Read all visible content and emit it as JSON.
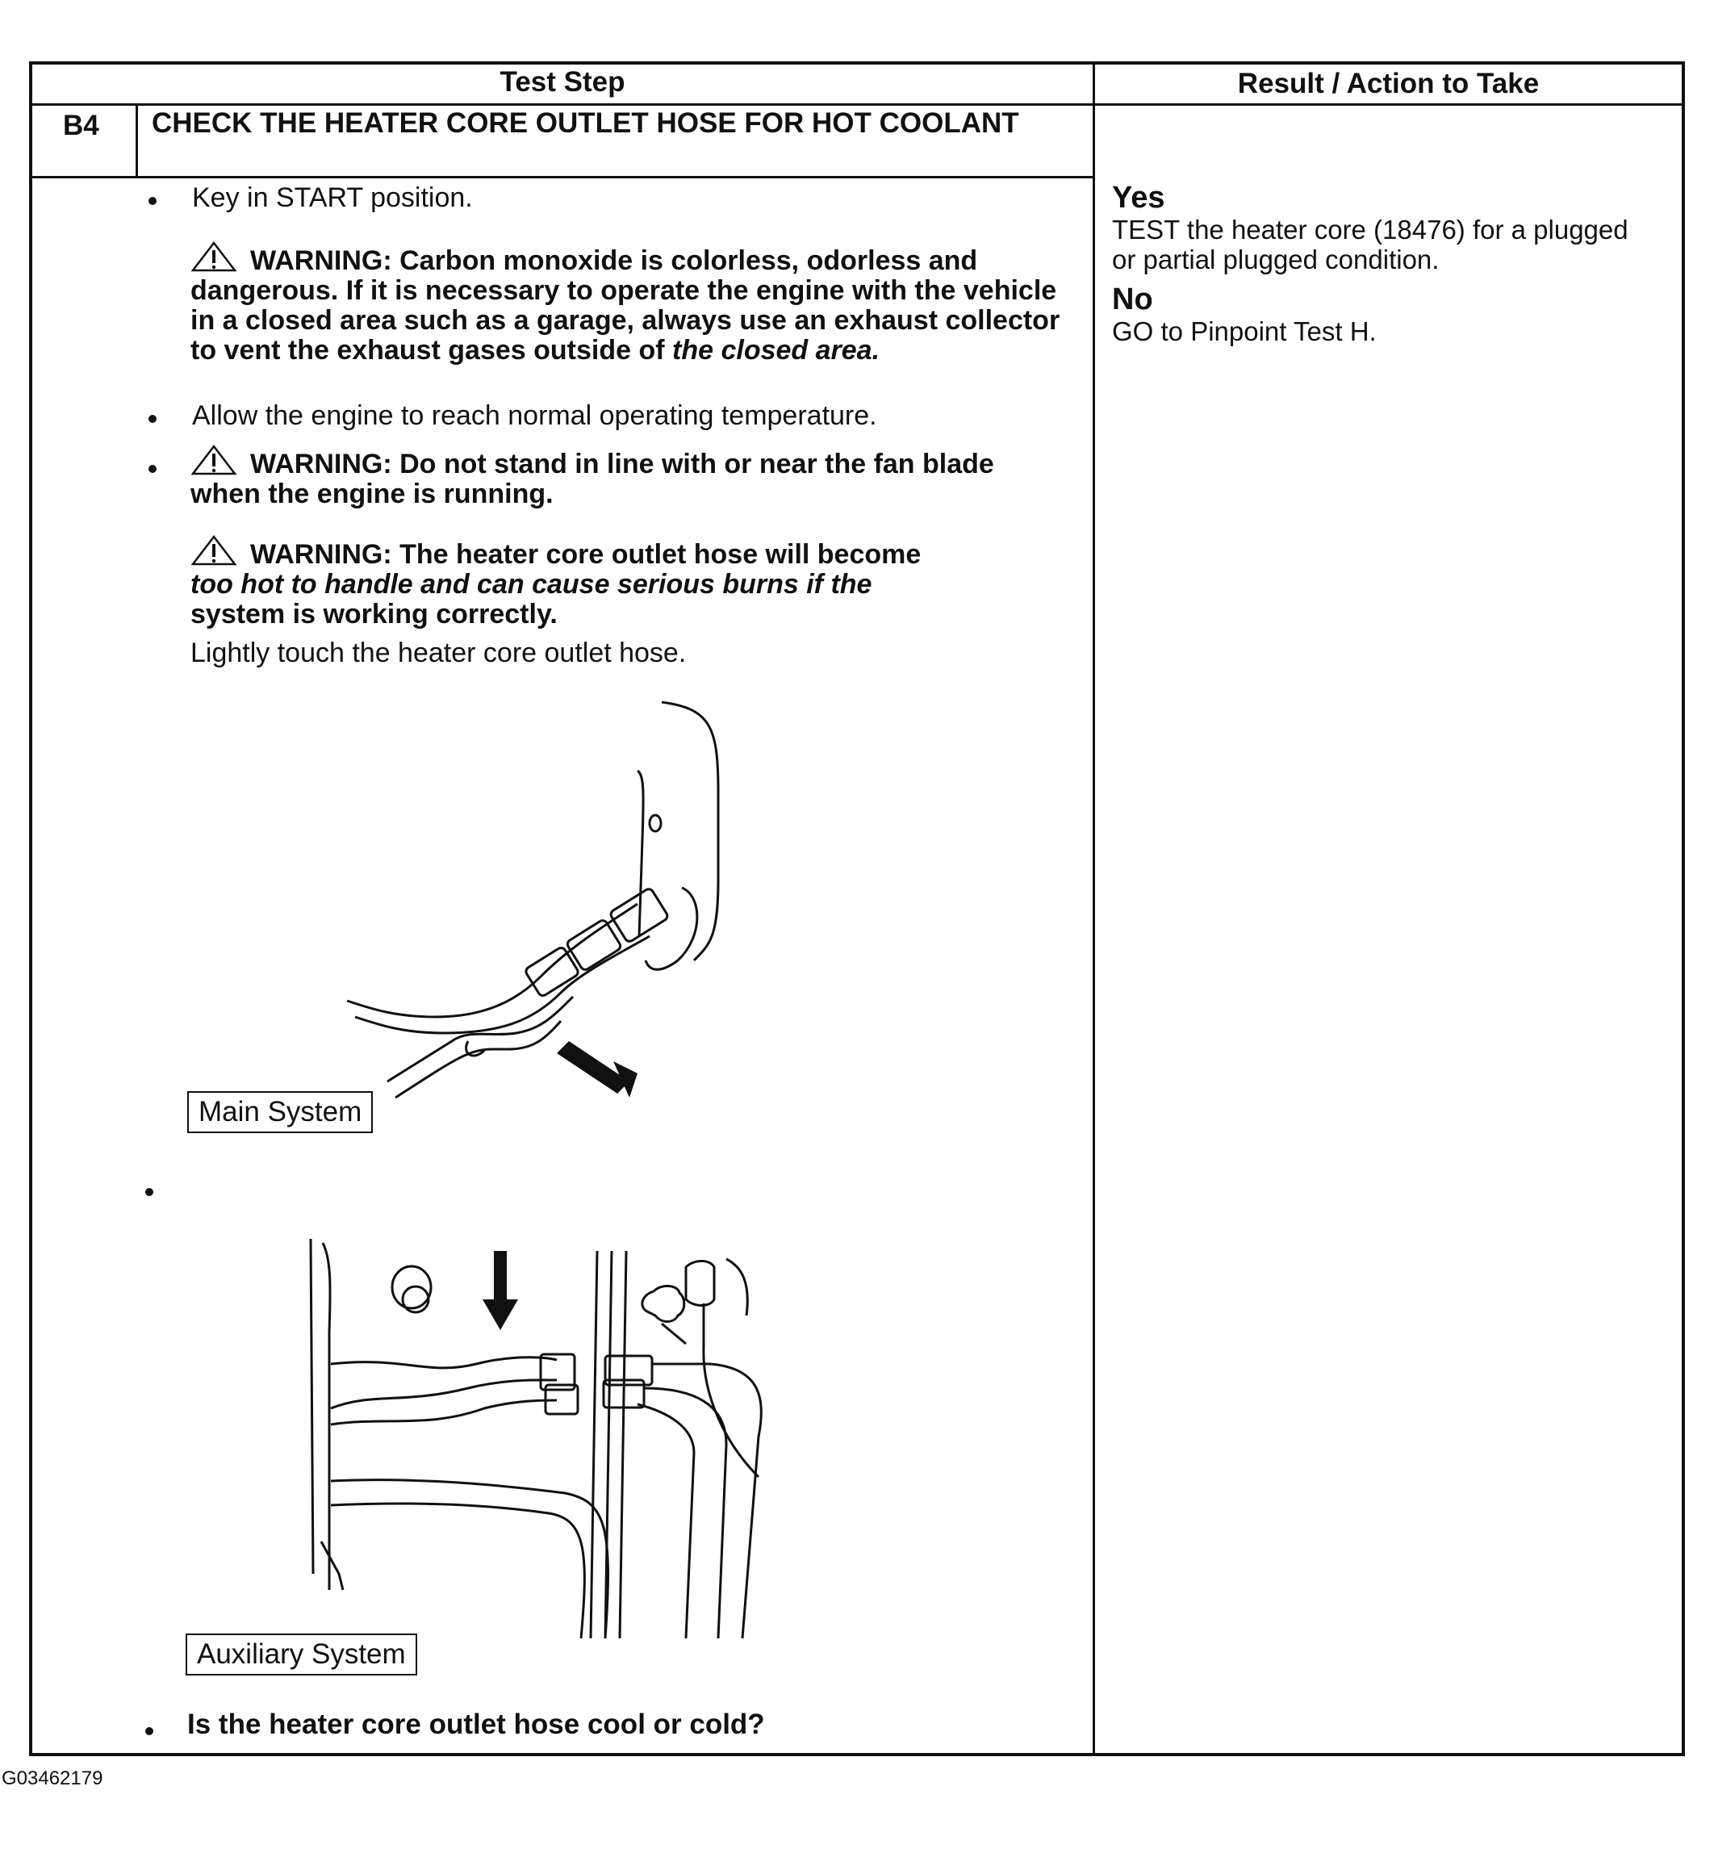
{
  "header": {
    "test_step": "Test Step",
    "result_action": "Result / Action to Take"
  },
  "step": {
    "id": "B4",
    "title": "CHECK THE HEATER CORE OUTLET HOSE FOR HOT COOLANT"
  },
  "instructions": {
    "key_start": "Key in START position.",
    "warning1_label": "WARNING:",
    "warning1_text": "Carbon monoxide is colorless, odorless and dangerous. If it is necessary to operate the engine with the vehicle in a closed area such as a garage, always use an exhaust collector to vent the exhaust gases outside of",
    "warning1_tail": "the closed area.",
    "allow_engine": "Allow the engine to reach normal operating temperature.",
    "warning2_label": "WARNING:",
    "warning2_text": "Do not stand in line with or near the fan blade when the engine is running.",
    "warning3_label": "WARNING:",
    "warning3_text": "The heater core outlet hose will become",
    "warning3_italic": "too hot to handle and can cause serious burns if the",
    "warning3_tail": "system is working correctly.",
    "touch_hose": "Lightly touch the heater core outlet hose.",
    "question": "Is the heater core outlet hose cool or cold?"
  },
  "figures": {
    "main_caption": "Main System",
    "aux_caption": "Auxiliary System"
  },
  "results": {
    "yes_label": "Yes",
    "yes_text": "TEST the heater core (18476) for a plugged or partial plugged condition.",
    "no_label": "No",
    "no_text": "GO to Pinpoint Test H."
  },
  "footer": {
    "figure_id": "G03462179"
  }
}
